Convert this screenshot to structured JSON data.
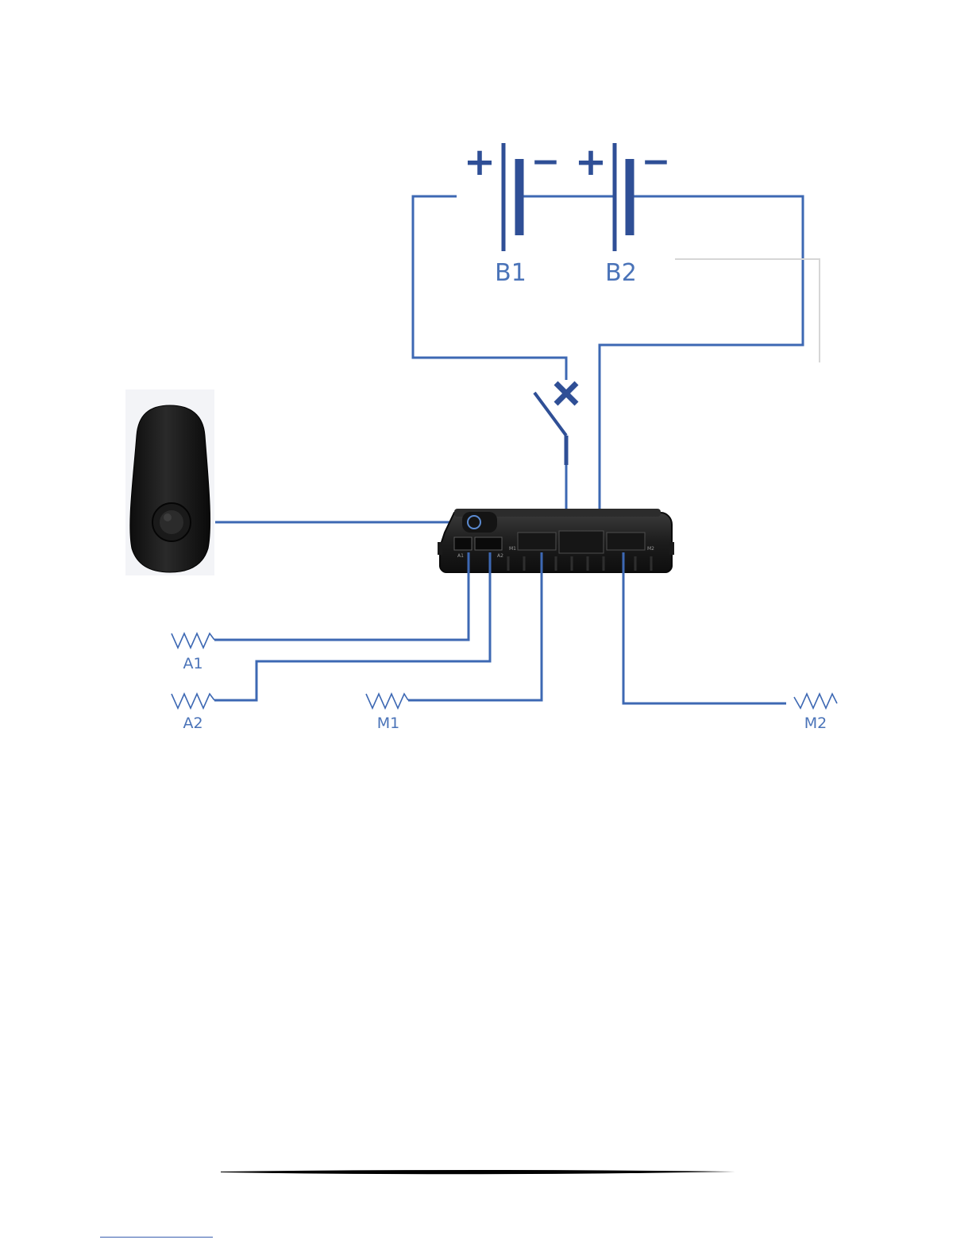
{
  "colors": {
    "wire": "#3d68b3",
    "battery": "#2f4f96",
    "label": "#4a73b8",
    "device": "#1f1f1f",
    "pendant": "#151515"
  },
  "batteries": [
    {
      "label": "B1",
      "plus": "+",
      "minus": "−"
    },
    {
      "label": "B2",
      "plus": "+",
      "minus": "−"
    }
  ],
  "switch": {
    "icon": "switch-x-icon"
  },
  "remote": {
    "icon": "hand-control-pendant-icon"
  },
  "controller": {
    "icon": "control-box-icon",
    "port_labels": [
      "A1",
      "A2",
      "M1",
      "M2"
    ]
  },
  "loads": [
    {
      "label": "A1",
      "icon": "resistor-icon"
    },
    {
      "label": "A2",
      "icon": "resistor-icon"
    },
    {
      "label": "M1",
      "icon": "resistor-icon"
    },
    {
      "label": "M2",
      "icon": "resistor-icon"
    }
  ]
}
